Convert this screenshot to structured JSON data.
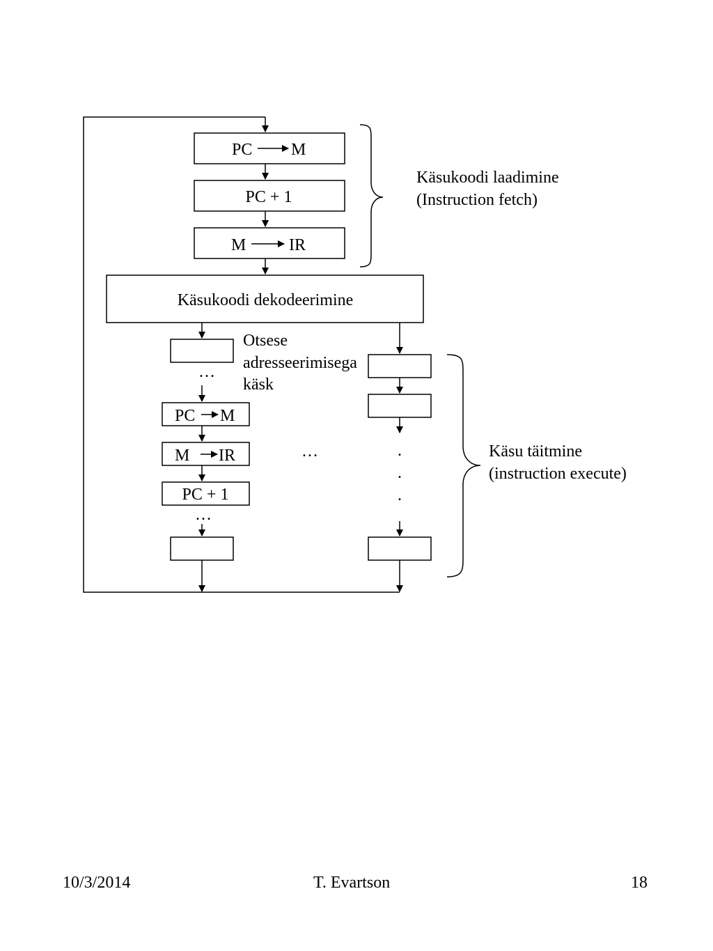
{
  "fetch_steps": {
    "pc_to_m": {
      "left": "PC",
      "right": "M"
    },
    "pc_plus_1": "PC + 1",
    "m_to_ir": {
      "left": "M",
      "right": "IR"
    }
  },
  "fetch_label": [
    "Käsukoodi laadimine",
    "(Instruction fetch)"
  ],
  "decode": "Käsukoodi dekodeerimine",
  "direct_label": [
    "Otsese",
    "adresseerimisega",
    "käsk"
  ],
  "left_column": {
    "pc_to_m": {
      "left": "PC",
      "right": "M"
    },
    "m_to_ir": {
      "left": "M",
      "right": "IR"
    },
    "pc_plus_1": "PC + 1"
  },
  "ellipsis": "…",
  "vertical_dot": ".",
  "execute_label": [
    "Käsu täitmine",
    "(instruction execute)"
  ],
  "footer": {
    "date": "10/3/2014",
    "author": "T. Evartson",
    "page": "18"
  }
}
